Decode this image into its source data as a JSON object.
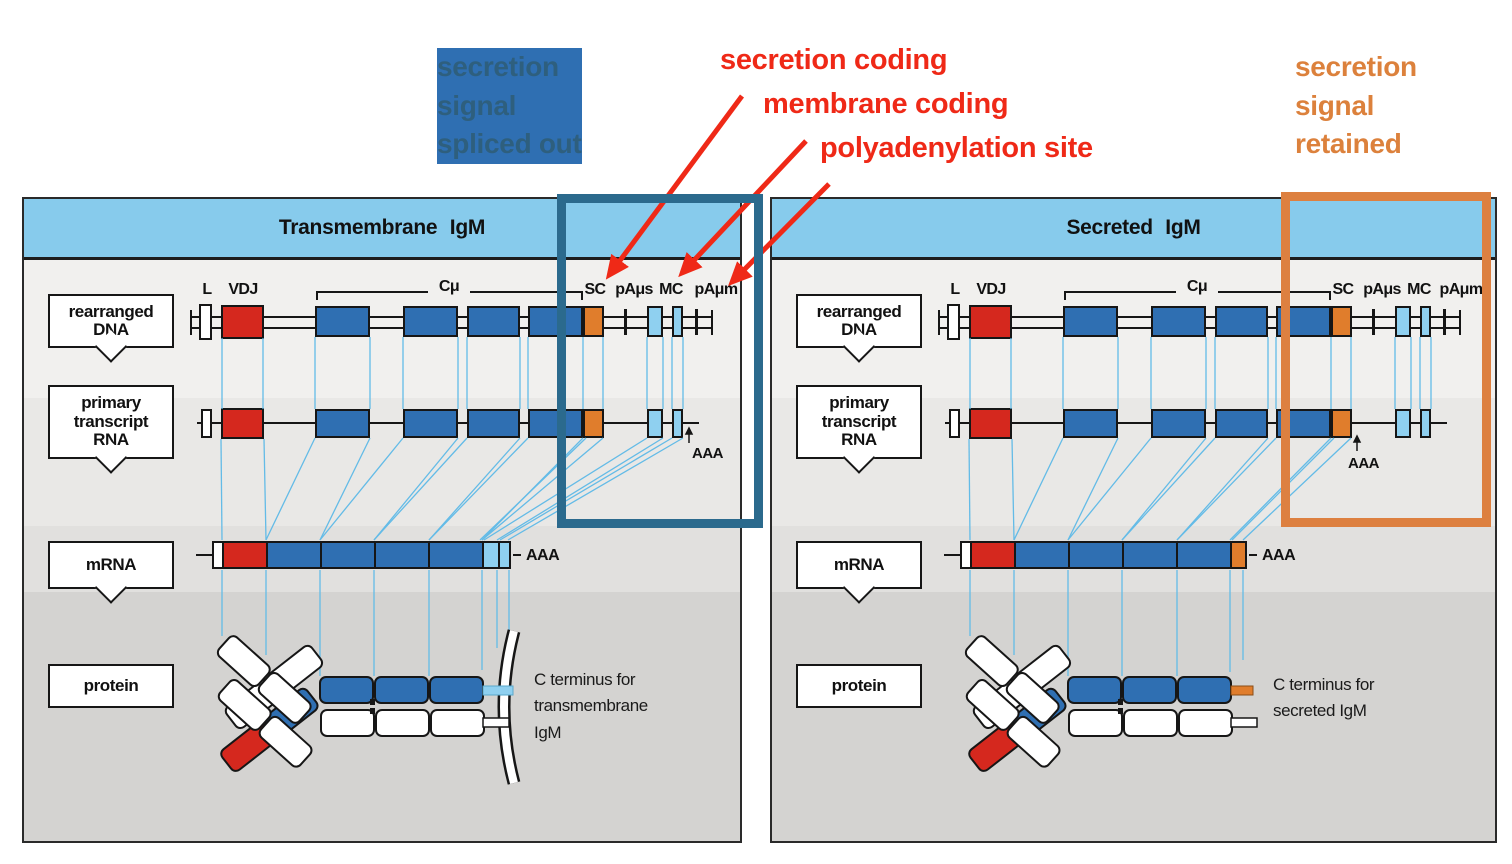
{
  "annotations": {
    "spliced_out": {
      "lines": [
        "secretion",
        "signal",
        "spliced out"
      ],
      "color": "#2E5F7E"
    },
    "red_callouts": {
      "items": [
        "secretion coding",
        "membrane coding",
        "polyadenylation site"
      ],
      "color": "#EF2917"
    },
    "retained": {
      "lines": [
        "secretion",
        "signal",
        "retained"
      ],
      "color": "#DC813C"
    }
  },
  "panels": {
    "left": {
      "title": "Transmembrane IgM",
      "row_labels": [
        "rearranged DNA",
        "primary transcript RNA",
        "mRNA",
        "protein"
      ],
      "gene_labels": [
        "L",
        "VDJ",
        "Cμ",
        "SC",
        "pAμs",
        "MC",
        "pAμm"
      ],
      "transcript_polyA": "AAA",
      "mrna_polyA": "AAA",
      "c_terminus": "C terminus for transmembrane IgM"
    },
    "right": {
      "title": "Secreted IgM",
      "row_labels": [
        "rearranged DNA",
        "primary transcript RNA",
        "mRNA",
        "protein"
      ],
      "gene_labels": [
        "L",
        "VDJ",
        "Cμ",
        "SC",
        "pAμs",
        "MC",
        "pAμm"
      ],
      "transcript_polyA": "AAA",
      "mrna_polyA": "AAA",
      "c_terminus": "C terminus for secreted IgM"
    }
  },
  "colors": {
    "header-blue": "#87CBEC",
    "exon-blue": "#2F6FB2",
    "vdj-red": "#D5281E",
    "sc-orange": "#E07D2C",
    "mc-sky": "#8FD0F0",
    "splice-line": "#63BBE7",
    "highlight-teal": "#2B6A8D",
    "highlight-orange": "#DD8040",
    "callout-red": "#EF2917",
    "annotation-blue": "#2E5F7E",
    "annotation-orange": "#DC813C"
  }
}
